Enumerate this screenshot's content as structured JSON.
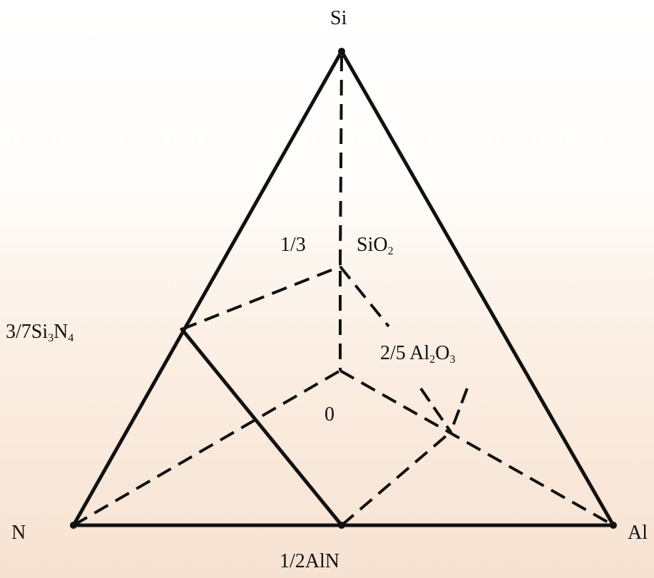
{
  "diagram": {
    "vertices": {
      "top": "Si",
      "left": "N",
      "right": "Al"
    },
    "labels": {
      "one_third": "1/3",
      "sio2_main": "SiO",
      "sio2_sub": "2",
      "si3n4_prefix": "3/7Si",
      "si3n4_sub1": "3",
      "si3n4_mid": "N",
      "si3n4_sub2": "4",
      "zero": "0",
      "al2o3_prefix": "2/5 Al",
      "al2o3_sub1": "2",
      "al2o3_mid": "O",
      "al2o3_sub2": "3",
      "half_aln": "1/2AlN"
    }
  }
}
